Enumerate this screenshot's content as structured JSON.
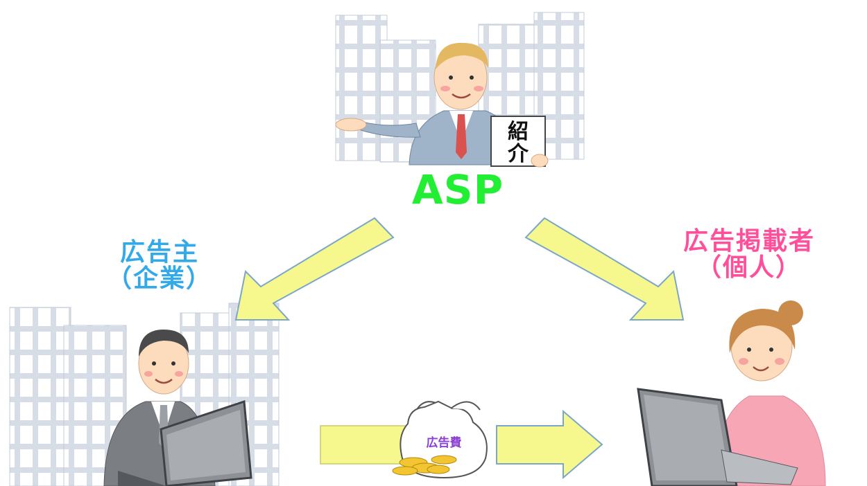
{
  "asp": {
    "label": "ASP",
    "sign_line1": "紹",
    "sign_line2": "介"
  },
  "advertiser": {
    "line1": "広告主",
    "line2": "（企業）"
  },
  "publisher": {
    "line1": "広告掲載者",
    "line2": "（個人）"
  },
  "money_bag": {
    "label": "広告費"
  },
  "colors": {
    "asp_text": "#22ee33",
    "advertiser_text": "#33a9e8",
    "publisher_text": "#ff4f9b",
    "arrow_fill": "#f6f78c",
    "arrow_stroke": "#7aa6c8",
    "money_label": "#8b3fd6"
  }
}
